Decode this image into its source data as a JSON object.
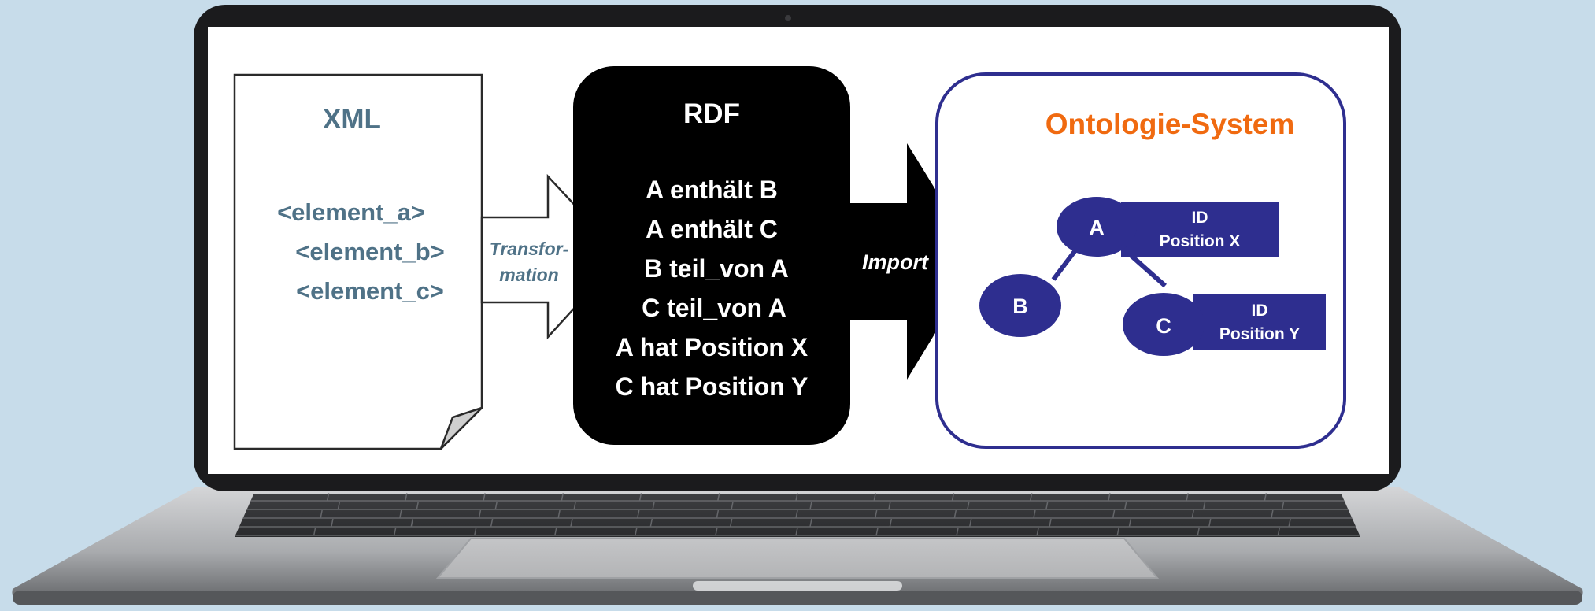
{
  "xml": {
    "title": "XML",
    "lines": [
      "<element_a>",
      "<element_b>",
      "<element_c>"
    ]
  },
  "transformation": {
    "line1": "Transfor-",
    "line2": "mation"
  },
  "rdf": {
    "title": "RDF",
    "statements": [
      "A enthält B",
      "A enthält C",
      "B teil_von A",
      "C  teil_von A",
      "A hat Position X",
      "C hat Position Y"
    ]
  },
  "import": {
    "label": "Import"
  },
  "ontology": {
    "title": "Ontologie-System",
    "nodes": {
      "a": "A",
      "b": "B",
      "c": "C"
    },
    "box_a": {
      "id": "ID",
      "position": "Position X"
    },
    "box_c": {
      "id": "ID",
      "position": "Position Y"
    }
  },
  "colors": {
    "background": "#c7dcea",
    "xml_text": "#4f7287",
    "ontology_title": "#f06a10",
    "ontology_blue": "#2e2e8f",
    "rdf_box": "#000000"
  }
}
